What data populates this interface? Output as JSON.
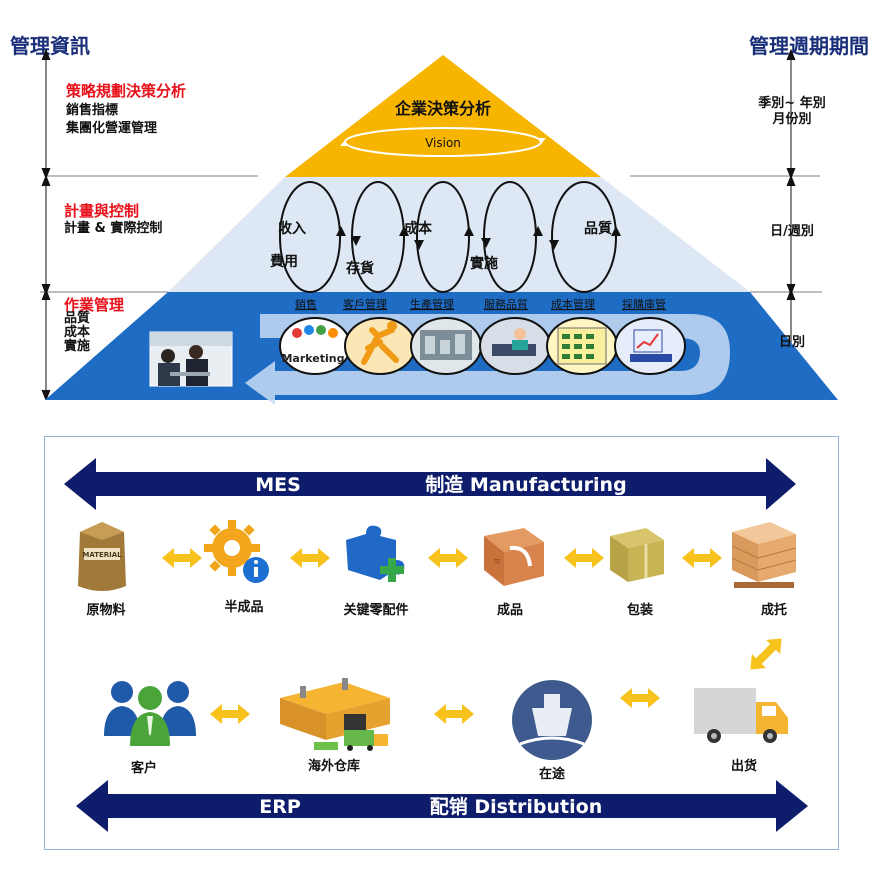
{
  "header": {
    "left_title": "管理資訊",
    "right_title": "管理週期期間"
  },
  "levels": {
    "strategy": {
      "title": "策略規劃決策分析",
      "items": [
        "銷售指標",
        "集團化營運管理"
      ]
    },
    "planning": {
      "title": "計畫與控制",
      "items": [
        "計畫 & 實際控制"
      ]
    },
    "operation": {
      "title": "作業管理",
      "items": [
        "品質",
        "成本",
        "實施"
      ]
    }
  },
  "periods": {
    "top": [
      "季別~ 年別",
      "月份別"
    ],
    "middle": "日/週別",
    "bottom": "日別"
  },
  "pyramid": {
    "apex_title": "企業決策分析",
    "vision": "Vision",
    "cycle_labels": {
      "income": "收入",
      "cost_fee": "費用",
      "inventory": "存貨",
      "cost": "成本",
      "implement": "實施",
      "quality": "品質"
    },
    "modules": [
      "銷售",
      "客戶管理",
      "生產管理",
      "服務品質",
      "成本管理",
      "採購庫管"
    ],
    "marketing_word": "Marketing"
  },
  "flow": {
    "mes_label": "MES",
    "manufacturing_label": "制造 Manufacturing",
    "erp_label": "ERP",
    "distribution_label": "配销 Distribution",
    "row1": [
      "原物料",
      "半成品",
      "关键零配件",
      "成品",
      "包装",
      "成托"
    ],
    "row2": [
      "客户",
      "海外仓库",
      "在途",
      "出货"
    ],
    "material_tag": "MATERIAL",
    "box_tag": "ꕓ"
  },
  "colors": {
    "navy": "#0e1d6b",
    "apex_gold": "#f7b500",
    "mid_band": "#dde8f4",
    "base_blue": "#1f6cc5",
    "connector": "#f6c21b",
    "heading": "#1a2f7a",
    "red": "#e8101a"
  }
}
